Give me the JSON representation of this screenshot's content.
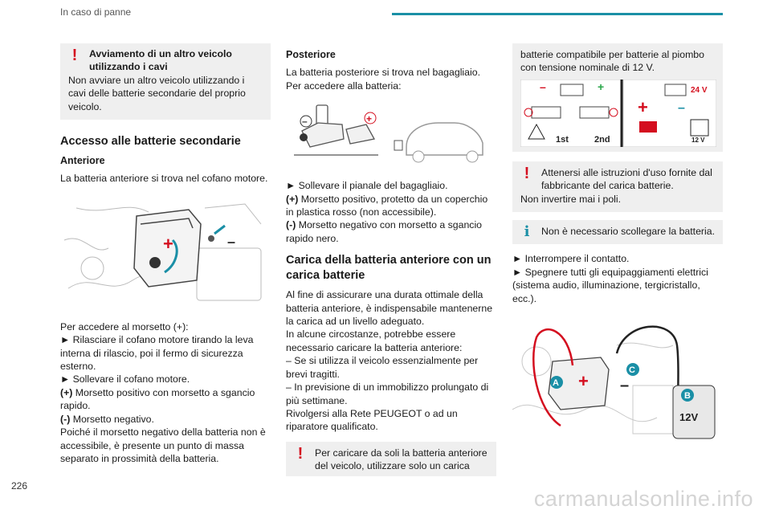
{
  "header": {
    "title": "In caso di panne",
    "accent_color": "#1a8fa6"
  },
  "page_number": "226",
  "watermark": "carmanualsonline.info",
  "col1": {
    "warning_title_1": "Avviamento di un altro veicolo",
    "warning_title_2": "utilizzando i cavi",
    "warning_text": "Non avviare un altro veicolo utilizzando i cavi delle batterie secondarie del proprio veicolo.",
    "section_title": "Accesso alle batterie secondarie",
    "subsection_title": "Anteriore",
    "intro": "La batteria anteriore si trova nel cofano motore.",
    "figure_plus": "+",
    "figure_minus": "–",
    "lines": [
      "Per accedere al morsetto (+):",
      "► Rilasciare il cofano motore tirando la leva interna di rilascio, poi il fermo di sicurezza esterno.",
      "► Sollevare il cofano motore."
    ],
    "plus_label": "(+)",
    "plus_text": " Morsetto positivo con morsetto a sgancio rapido.",
    "minus_label": "(-)",
    "minus_text": " Morsetto negativo.",
    "closing": "Poiché il morsetto negativo della batteria non è accessibile, è presente un punto di massa separato in prossimità della batteria."
  },
  "col2": {
    "subsection_title": "Posteriore",
    "intro": "La batteria posteriore si trova nel bagagliaio. Per accedere alla batteria:",
    "step": "► Sollevare il pianale del bagagliaio.",
    "plus_label": "(+)",
    "plus_text": " Morsetto positivo, protetto da un coperchio in plastica rosso (non accessibile).",
    "minus_label": "(-)",
    "minus_text": " Morsetto negativo con morsetto a sgancio rapido nero.",
    "section_title": "Carica della batteria anteriore con un carica batterie",
    "para1": "Al fine di assicurare una durata ottimale della batteria anteriore, è indispensabile mantenerne la carica ad un livello adeguato.",
    "para2": "In alcune circostanze, potrebbe essere necessario caricare la batteria anteriore:",
    "bullet1": "– Se si utilizza il veicolo essenzialmente per brevi tragitti.",
    "bullet2": "– In previsione di un immobilizzo prolungato di più settimane.",
    "para3": "Rivolgersi alla Rete PEUGEOT o ad un riparatore qualificato.",
    "warning_text": "Per caricare da soli la batteria anteriore del veicolo, utilizzare solo un carica"
  },
  "col3": {
    "note_text": "batterie compatibile per batterie al piombo con tensione nominale di 12 V.",
    "diagram": {
      "label_1st": "1st",
      "label_2nd": "2nd",
      "label_24v": "24 V",
      "label_12v": "12 V"
    },
    "warning_text_1": "Attenersi alle istruzioni d'uso fornite dal fabbricante del carica batterie.",
    "warning_text_2": "Non invertire mai i poli.",
    "info_text": "Non è necessario scollegare la batteria.",
    "step1": "► Interrompere il contatto.",
    "step2": "► Spegnere tutti gli equipaggiamenti elettrici (sistema audio, illuminazione, tergicristallo, ecc.).",
    "figure": {
      "label_a": "A",
      "label_b": "B",
      "label_c": "C",
      "label_12v": "12V",
      "plus": "+",
      "minus": "–"
    }
  }
}
